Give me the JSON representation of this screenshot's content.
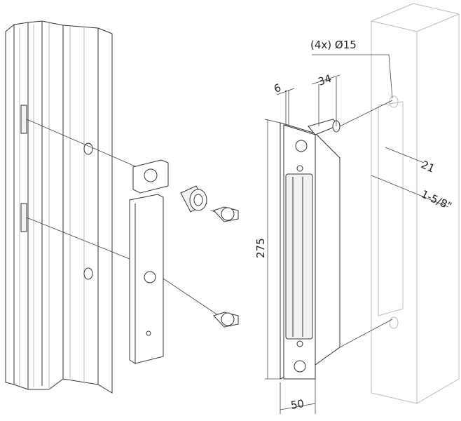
{
  "diagram": {
    "labels": {
      "hole_spec": "(4x) Ø15",
      "dim_6": "6",
      "dim_34": "34",
      "dim_21": "21",
      "dim_post": "1-5/8\"",
      "dim_height": "275",
      "dim_width": "50"
    }
  }
}
